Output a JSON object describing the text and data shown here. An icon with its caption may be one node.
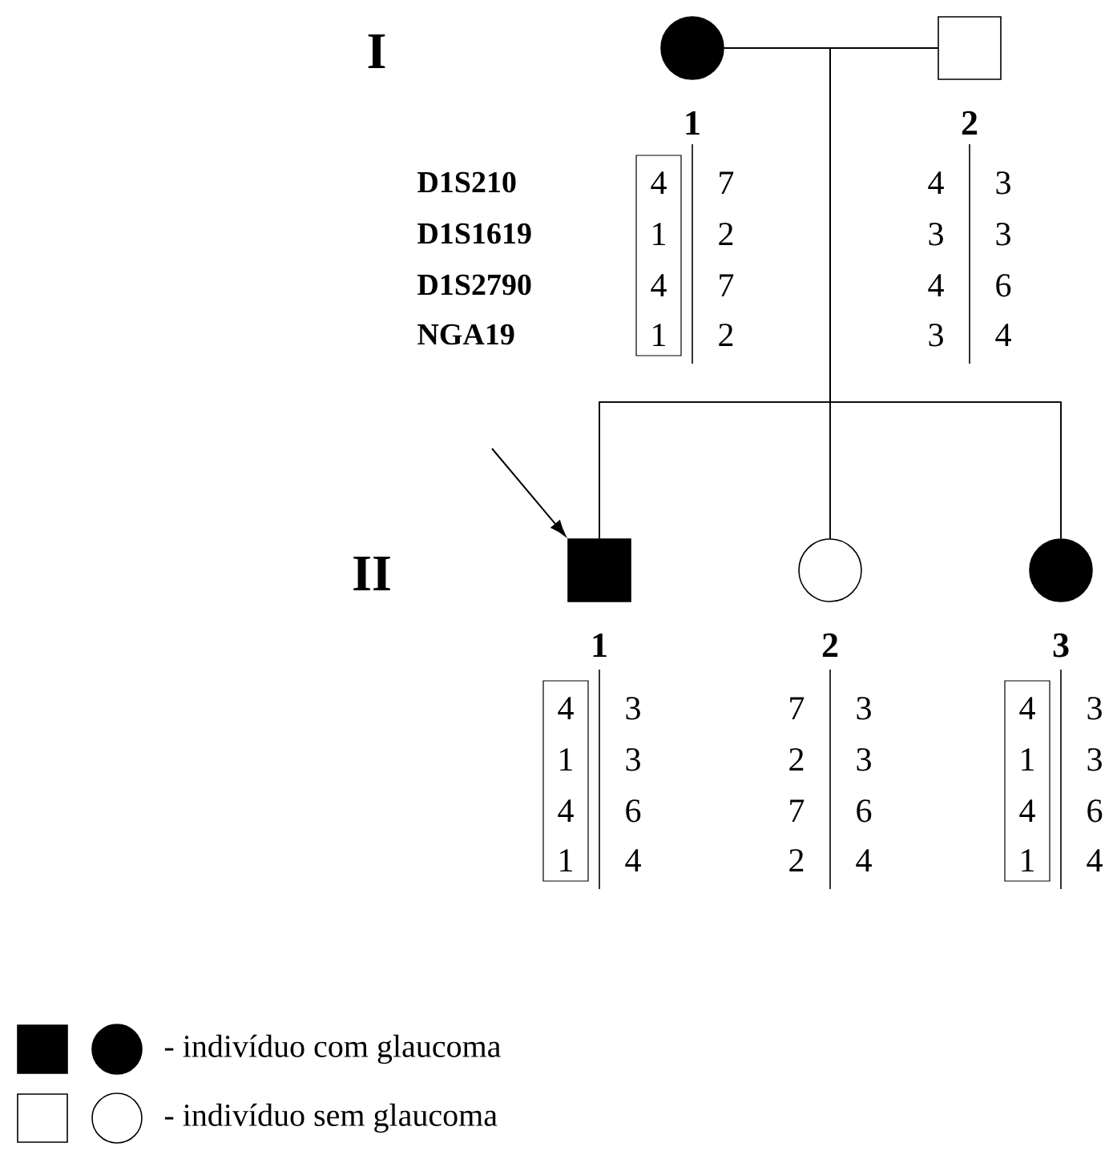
{
  "diagram": {
    "nodes": [
      {
        "text": [],
        "shape": "circle",
        "beside": [
          "1",
          "4",
          "7",
          "1",
          "2",
          "4",
          "7",
          "1",
          "2"
        ]
      },
      {
        "text": [],
        "shape": "box",
        "beside": [
          "2",
          "4",
          "3",
          "3",
          "3",
          "4",
          "6",
          "3",
          "4"
        ]
      },
      {
        "text": [],
        "shape": "box",
        "beside": [
          "1",
          "4",
          "3",
          "1",
          "3",
          "4",
          "6",
          "1",
          "4"
        ]
      },
      {
        "text": [],
        "shape": "circle",
        "beside": [
          "2",
          "7",
          "3",
          "2",
          "3",
          "7",
          "6",
          "2",
          "4"
        ]
      },
      {
        "text": [],
        "shape": "circle",
        "beside": [
          "3",
          "4",
          "3",
          "1",
          "3",
          "4",
          "6",
          "1",
          "4"
        ]
      }
    ],
    "edges": [
      {
        "from": 0,
        "to": 1,
        "arrow": "none"
      },
      {
        "from": 0,
        "to": 2,
        "arrow": "none"
      },
      {
        "from": 0,
        "to": 3,
        "arrow": "none"
      },
      {
        "from": 0,
        "to": 4,
        "arrow": "none"
      },
      {
        "from": 1,
        "to": 2,
        "arrow": "none"
      },
      {
        "from": 1,
        "to": 3,
        "arrow": "none"
      },
      {
        "from": 1,
        "to": 4,
        "arrow": "none"
      },
      {
        "from": null,
        "to": 2,
        "arrow": "to"
      }
    ],
    "labels": [
      "I",
      "D1S210",
      "D1S1619",
      "D1S2790",
      "NGA19",
      "II"
    ],
    "legend": [
      {
        "text": "- indivíduo com glaucoma"
      },
      {
        "text": "- indivíduo sem glaucoma"
      }
    ]
  }
}
